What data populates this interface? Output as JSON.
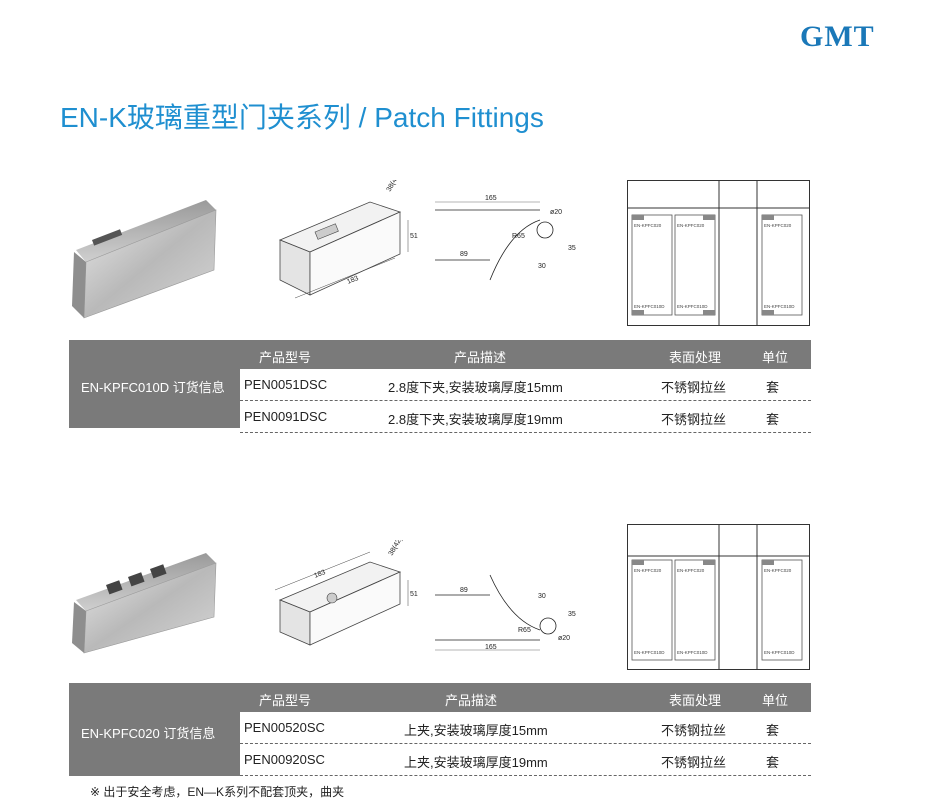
{
  "brand": {
    "logo": "GMT",
    "logo_color": "#1a78b8"
  },
  "title": {
    "text": "EN-K玻璃重型门夹系列 / Patch  Fittings",
    "color": "#1f8fd0"
  },
  "table_header": {
    "model": "产品型号",
    "description": "产品描述",
    "finish": "表面处理",
    "unit": "单位"
  },
  "sections": [
    {
      "name": "EN-KPFC010D  订货信息",
      "drawing": {
        "length": "165",
        "width": "89",
        "height": "183",
        "side": "51",
        "thickness": "38(42)",
        "d1": "35",
        "d2": "30",
        "radius": "R65",
        "hole": "ø20"
      },
      "diagram_labels": [
        "EN-KPFC020",
        "EN-KPFC020",
        "EN-KPFC020",
        "EN-KPFC010D",
        "EN-KPFC010D",
        "EN-KPFC010D"
      ],
      "rows": [
        {
          "model": "PEN0051DSC",
          "description": "2.8度下夹,安装玻璃厚度15mm",
          "finish": "不锈钢拉丝",
          "unit": "套"
        },
        {
          "model": "PEN0091DSC",
          "description": "2.8度下夹,安装玻璃厚度19mm",
          "finish": "不锈钢拉丝",
          "unit": "套"
        }
      ]
    },
    {
      "name": "EN-KPFC020  订货信息",
      "drawing": {
        "length": "165",
        "width": "89",
        "height": "183",
        "side": "51",
        "thickness": "38(42)",
        "d1": "35",
        "d2": "30",
        "radius": "R65",
        "hole": "ø20"
      },
      "diagram_labels": [
        "EN-KPFC020",
        "EN-KPFC020",
        "EN-KPFC020",
        "EN-KPFC010D",
        "EN-KPFC010D",
        "EN-KPFC010D"
      ],
      "rows": [
        {
          "model": "PEN00520SC",
          "description": "上夹,安装玻璃厚度15mm",
          "finish": "不锈钢拉丝",
          "unit": "套"
        },
        {
          "model": "PEN00920SC",
          "description": "上夹,安装玻璃厚度19mm",
          "finish": "不锈钢拉丝",
          "unit": "套"
        }
      ]
    }
  ],
  "note": "※  出于安全考虑，EN—K系列不配套顶夹，曲夹"
}
